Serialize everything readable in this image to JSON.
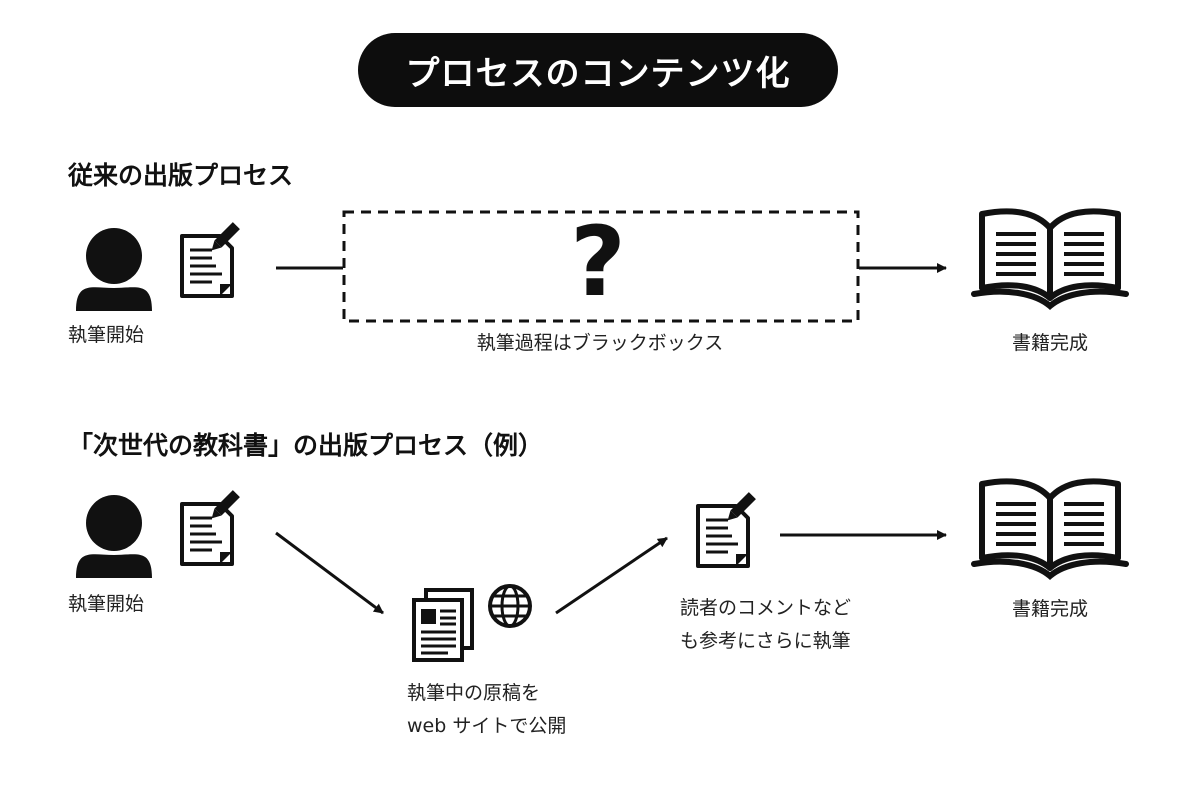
{
  "title": "プロセスのコンテンツ化",
  "traditional": {
    "heading": "従来の出版プロセス",
    "start_label": "執筆開始",
    "blackbox_mark": "?",
    "blackbox_label": "執筆過程はブラックボックス",
    "end_label": "書籍完成"
  },
  "next_gen": {
    "heading": "「次世代の教科書」の出版プロセス（例）",
    "start_label": "執筆開始",
    "publish_label": "執筆中の原稿を\nweb サイトで公開",
    "revise_label": "読者のコメントなど\nも参考にさらに執筆",
    "end_label": "書籍完成"
  },
  "icons": [
    "person-icon",
    "document-pen-icon",
    "open-book-icon",
    "newspaper-icon",
    "globe-icon"
  ]
}
